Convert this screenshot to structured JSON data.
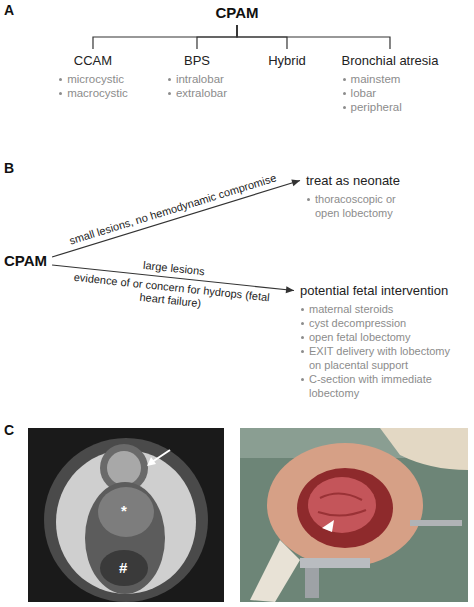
{
  "diagram": {
    "nodes": [
      {
        "text": [
          "CPAM"
        ]
      },
      {
        "text": [
          "CCAM",
          "microcystic",
          "macrocystic"
        ]
      },
      {
        "text": [
          "BPS",
          "intralobar",
          "extralobar"
        ]
      },
      {
        "text": [
          "Hybrid"
        ]
      },
      {
        "text": [
          "Bronchial atresia",
          "mainstem",
          "lobar",
          "peripheral"
        ]
      },
      {
        "text": [
          "CPAM"
        ]
      },
      {
        "text": [
          "treat as neonate",
          "thoracoscopic or open lobectomy"
        ]
      },
      {
        "text": [
          "potential fetal intervention",
          "maternal steroids",
          "cyst decompression",
          "open fetal lobectomy",
          "EXIT delivery with lobectomy on placental support",
          "C-section with immediate lobectomy"
        ]
      }
    ],
    "edges": [
      {
        "from": 0,
        "to": 1,
        "arrow": "none"
      },
      {
        "from": 0,
        "to": 2,
        "arrow": "none"
      },
      {
        "from": 0,
        "to": 3,
        "arrow": "none"
      },
      {
        "from": 0,
        "to": 4,
        "arrow": "none"
      },
      {
        "from": 5,
        "to": 6,
        "label": "small lesions, no hemodynamic compromise",
        "arrow": "to"
      },
      {
        "from": 5,
        "to": 7,
        "label": "large lesions",
        "arrow": "to"
      }
    ],
    "labels": [
      "A",
      "B",
      "C",
      "evidence of or concern for hydrops (fetal heart failure)",
      "*",
      "#"
    ]
  }
}
